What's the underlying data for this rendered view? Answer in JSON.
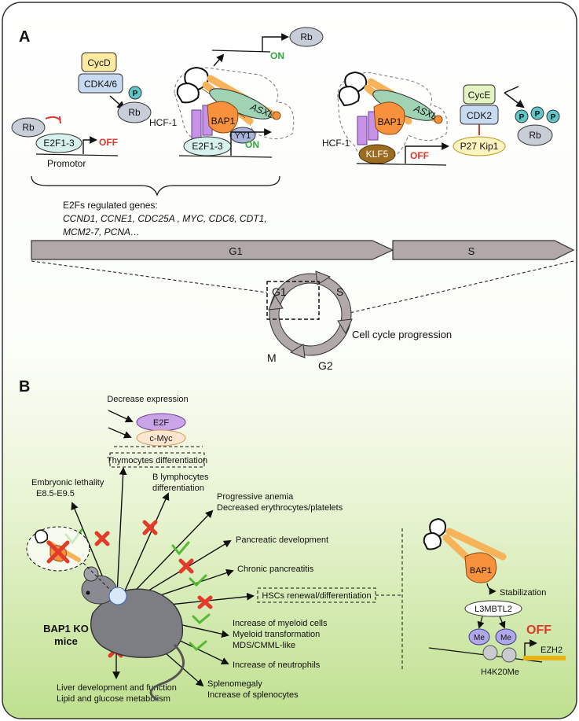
{
  "panel_a": {
    "label": "A",
    "cycd": "CycD",
    "cdk46": "CDK4/6",
    "p": "P",
    "rb": "Rb",
    "e2f13": "E2F1-3",
    "off": "OFF",
    "on": "ON",
    "promotor": "Promotor",
    "hcf1": "HCF-1",
    "asxls": "ASXLs",
    "bap1": "BAP1",
    "yy1": "YY1",
    "klf5": "KLF5",
    "cyce": "CycE",
    "cdk2": "CDK2",
    "p27": "P27 Kip1",
    "e2f_genes_title": "E2Fs regulated genes:",
    "e2f_genes_line1": "CCND1, CCNE1, CDC25A , MYC, CDC6, CDT1,",
    "e2f_genes_line2": "MCM2-7, PCNA…",
    "g1": "G1",
    "s": "S",
    "g2": "G2",
    "m": "M",
    "cycle_label": "Cell cycle progression"
  },
  "panel_b": {
    "label": "B",
    "decrease_expression": "Decrease expression",
    "e2f": "E2F",
    "cmyc": "c-Myc",
    "thymocytes": "Thymocytes differentiation",
    "embryonic_1": "Embryonic lethality",
    "embryonic_2": "E8.5-E9.5",
    "b_lympho_1": "B lymphocytes",
    "b_lympho_2": "differentiation",
    "anemia_1": "Progressive anemia",
    "anemia_2": "Decreased erythrocytes/platelets",
    "pancreatic_dev": "Pancreatic development",
    "pancreatitis": "Chronic pancreatitis",
    "hscs": "HSCs renewal/differentiation",
    "myeloid_1": "Increase of myeloid cells",
    "myeloid_2": "Myeloid transformation",
    "myeloid_3": "MDS/CMML-like",
    "neutrophils": "Increase of neutrophils",
    "splenomegaly_1": "Splenomegaly",
    "splenomegaly_2": "Increase of splenocytes",
    "liver_1": "Liver development and function",
    "liver_2": "Lipid and glucose metabolism",
    "mouse_1": "BAP1 KO",
    "mouse_2": "mice",
    "bap1": "BAP1",
    "stabilization": "Stabilization",
    "l3mbtl2": "L3MBTL2",
    "me": "Me",
    "off": "OFF",
    "ezh2": "EZH2",
    "h4k20me": "H4K20Me"
  },
  "colors": {
    "rb": "#c9cdd8",
    "e2f13": "#d7f1ec",
    "cycd": "#fbeaa0",
    "cdk": "#c8daf2",
    "p_dot": "#5ec7c7",
    "bap1": "#f7913c",
    "asxl": "#9fd3b4",
    "hcf1_violet": "#c792e8",
    "yy1": "#a9b3d9",
    "klf5": "#9b6b1f",
    "cyce": "#e3f3c1",
    "p27": "#fff4bf",
    "arrow_fill": "#b1a9a9",
    "off_red": "#e0372b",
    "on_green": "#2fa83b",
    "cross_red": "#e23b2a",
    "check_green": "#58b733",
    "bg_green": "#bfe08f"
  }
}
